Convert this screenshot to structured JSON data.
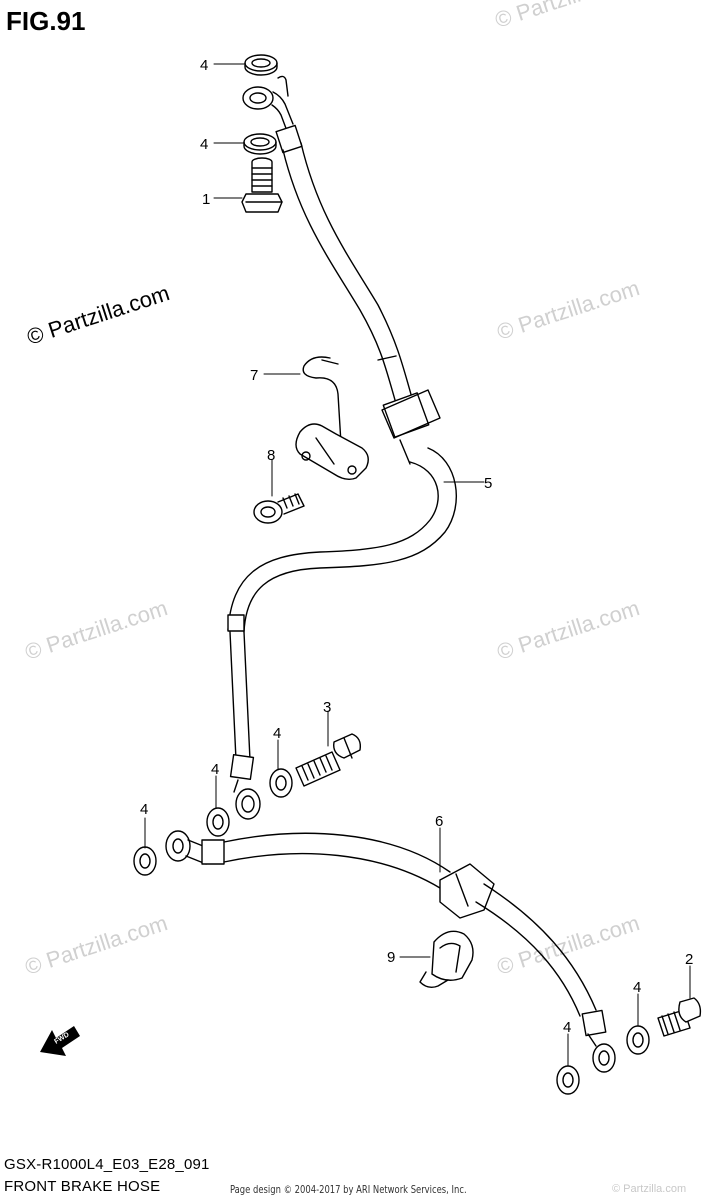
{
  "figure": {
    "title": "FIG.91",
    "model_code": "GSX-R1000L4_E03_E28_091",
    "section_name": "FRONT BRAKE HOSE"
  },
  "footer": {
    "credit": "Page design © 2004-2017 by ARI Network Services, Inc.",
    "credit_brand": "© Partzilla.com"
  },
  "watermark": {
    "text": "© Partzilla.com",
    "color": "#d0d0d0",
    "main_color": "#000000"
  },
  "callouts": [
    "4",
    "4",
    "1",
    "7",
    "8",
    "5",
    "3",
    "4",
    "4",
    "4",
    "6",
    "9",
    "2",
    "4",
    "4"
  ],
  "icons": {
    "fwd_arrow": "fwd-arrow-icon",
    "fwd_text": "FWD"
  }
}
